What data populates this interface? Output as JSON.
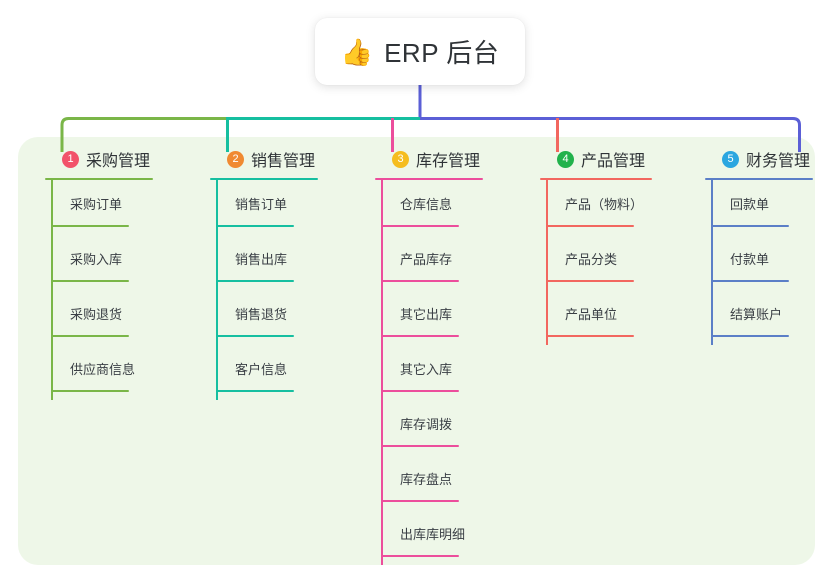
{
  "title": {
    "icon": "thumbs-up-icon",
    "icon_glyph": "👍",
    "text": "ERP 后台"
  },
  "palette": {
    "panel_bg": "#eef7e8",
    "page_bg": "#ffffff",
    "trunk": "#5b5fd6",
    "bus_left": "#7ab648",
    "bus_mid": "#16bfa0",
    "bus_right": "#5b5fd6"
  },
  "columns": [
    {
      "index": "1",
      "badge_color": "#f2526a",
      "line_color": "#7ab648",
      "title": "采购管理",
      "items": [
        "采购订单",
        "采购入库",
        "采购退货",
        "供应商信息"
      ]
    },
    {
      "index": "2",
      "badge_color": "#f08a32",
      "line_color": "#16bfa0",
      "title": "销售管理",
      "items": [
        "销售订单",
        "销售出库",
        "销售退货",
        "客户信息"
      ]
    },
    {
      "index": "3",
      "badge_color": "#f5bd1f",
      "line_color": "#ec4e9c",
      "title": "库存管理",
      "items": [
        "仓库信息",
        "产品库存",
        "其它出库",
        "其它入库",
        "库存调拨",
        "库存盘点",
        "出库库明细"
      ]
    },
    {
      "index": "4",
      "badge_color": "#22b24c",
      "line_color": "#f2675f",
      "title": "产品管理",
      "items": [
        "产品（物料）",
        "产品分类",
        "产品单位"
      ]
    },
    {
      "index": "5",
      "badge_color": "#2ba6e0",
      "line_color": "#5b7fc7",
      "title": "财务管理",
      "items": [
        "回款单",
        "付款单",
        "结算账户"
      ]
    }
  ]
}
